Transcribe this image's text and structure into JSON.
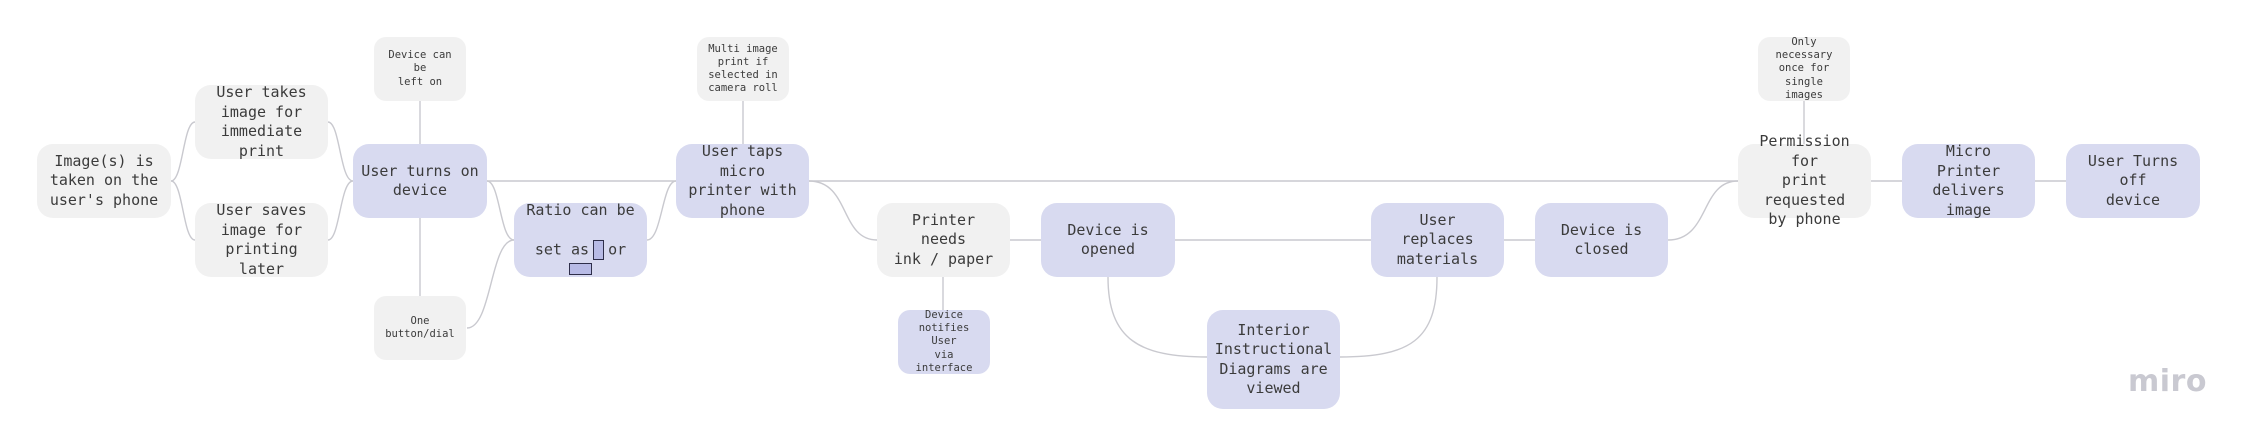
{
  "nodes": {
    "image_taken": "Image(s) is\ntaken on the\nuser's phone",
    "takes_image": "User takes\nimage for\nimmediate print",
    "saves_image": "User saves\nimage for\nprinting later",
    "left_on": "Device can be\nleft on",
    "turns_on": "User turns on\ndevice",
    "one_button": "One\nbutton/dial",
    "ratio": {
      "line1": "Ratio can be",
      "prefix": "set as",
      "or": "or"
    },
    "multi_print": "Multi image\nprint if\nselected in\ncamera roll",
    "taps_printer": "User taps micro\nprinter with\nphone",
    "needs_ink": "Printer needs\nink / paper",
    "notifies": "Device\nnotifies User\nvia interface",
    "opened": "Device is\nopened",
    "interior": "Interior\nInstructional\nDiagrams are\nviewed",
    "replaces": "User replaces\nmaterials",
    "closed": "Device is\nclosed",
    "only_once": "Only necessary\nonce for\nsingle images",
    "permission": "Permission for\nprint requested\nby phone",
    "delivers": "Micro Printer\ndelivers image",
    "turns_off": "User Turns off\ndevice"
  },
  "icons": {
    "portrait": "portrait-ratio-icon",
    "landscape": "landscape-ratio-icon"
  },
  "logo": "miro",
  "colors": {
    "grey_node": "#f1f1f1",
    "purple_node": "#d8daf0",
    "connector": "#c9c9cf",
    "logo": "#c9c9d1"
  }
}
